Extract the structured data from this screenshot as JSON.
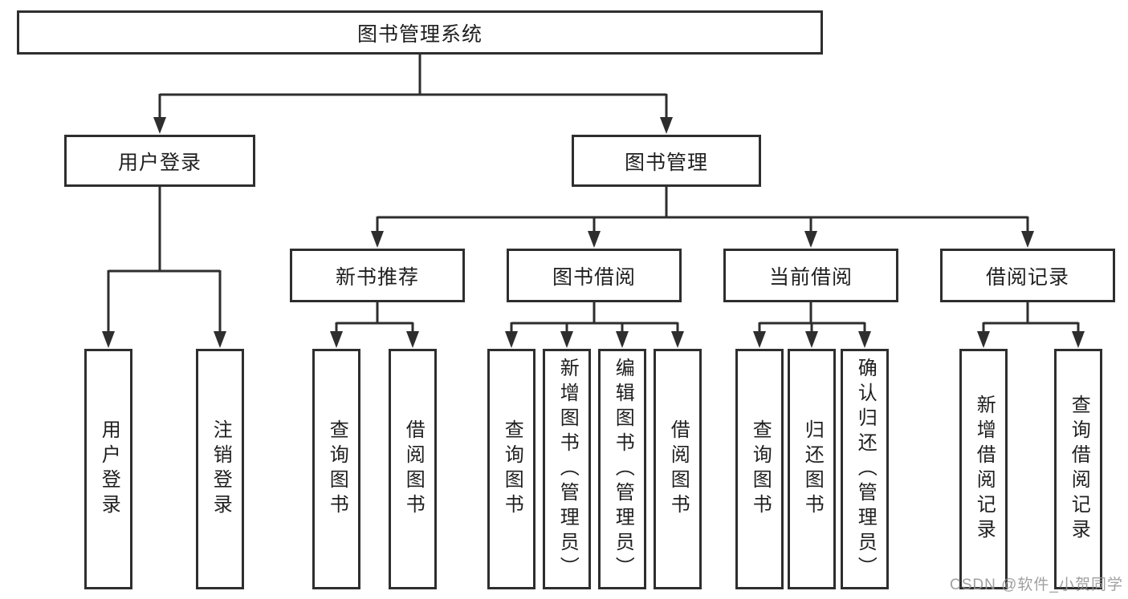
{
  "diagram": {
    "root": "图书管理系统",
    "branches": [
      {
        "label": "用户登录",
        "leaves": [
          "用户登录",
          "注销登录"
        ]
      },
      {
        "label": "图书管理",
        "children": [
          {
            "label": "新书推荐",
            "leaves": [
              "查询图书",
              "借阅图书"
            ]
          },
          {
            "label": "图书借阅",
            "leaves": [
              "查询图书",
              "新增图书（管理员）",
              "编辑图书（管理员）",
              "借阅图书"
            ]
          },
          {
            "label": "当前借阅",
            "leaves": [
              "查询图书",
              "归还图书",
              "确认归还（管理员）"
            ]
          },
          {
            "label": "借阅记录",
            "leaves": [
              "新增借阅记录",
              "查询借阅记录"
            ]
          }
        ]
      }
    ]
  },
  "watermark": "CSDN @软件_小贺同学",
  "colors": {
    "line": "#2e2e2e",
    "text": "#1f1f1f",
    "watermark": "#969696",
    "background": "#ffffff"
  }
}
